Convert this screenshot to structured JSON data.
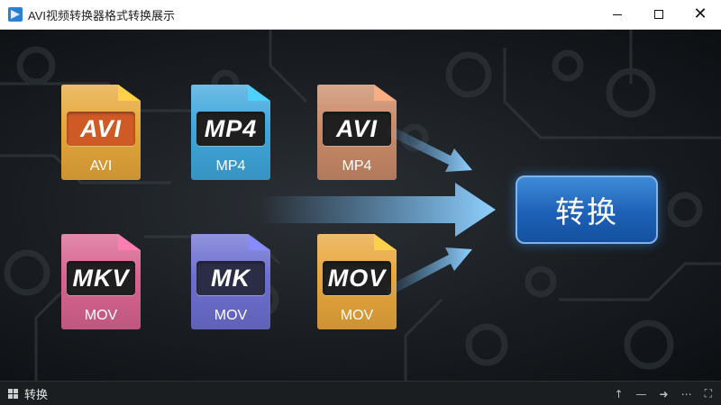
{
  "window": {
    "title": "AVI视频转换器格式转换展示",
    "controls": {
      "minimize": "minimize-icon",
      "maximize": "maximize-icon",
      "close": "close-icon"
    }
  },
  "files": [
    {
      "badge": "AVI",
      "caption": "AVI",
      "color": "#e6a73a",
      "badge_color": "#cf5a26"
    },
    {
      "badge": "MP4",
      "caption": "MP4",
      "color": "#3fa7dc",
      "badge_color": "#1f1f1f"
    },
    {
      "badge": "AVI",
      "caption": "MP4",
      "color": "#c98a68",
      "badge_color": "#1f1f1f"
    },
    {
      "badge": "MKV",
      "caption": "MOV",
      "color": "#d8648f",
      "badge_color": "#1f1f1f"
    },
    {
      "badge": "MK",
      "caption": "MOV",
      "color": "#6d6fd0",
      "badge_color": "#2a2d45"
    },
    {
      "badge": "MOV",
      "caption": "MOV",
      "color": "#e8a63b",
      "badge_color": "#1f1f1f"
    }
  ],
  "convert_button": {
    "label": "转换"
  },
  "statusbar": {
    "label": "转换",
    "tools": [
      "up-arrow-icon",
      "minus-icon",
      "right-arrow-icon",
      "more-icon",
      "fullscreen-icon"
    ]
  },
  "colors": {
    "accent": "#2a73c8",
    "arrow": "#6fc0ff"
  }
}
